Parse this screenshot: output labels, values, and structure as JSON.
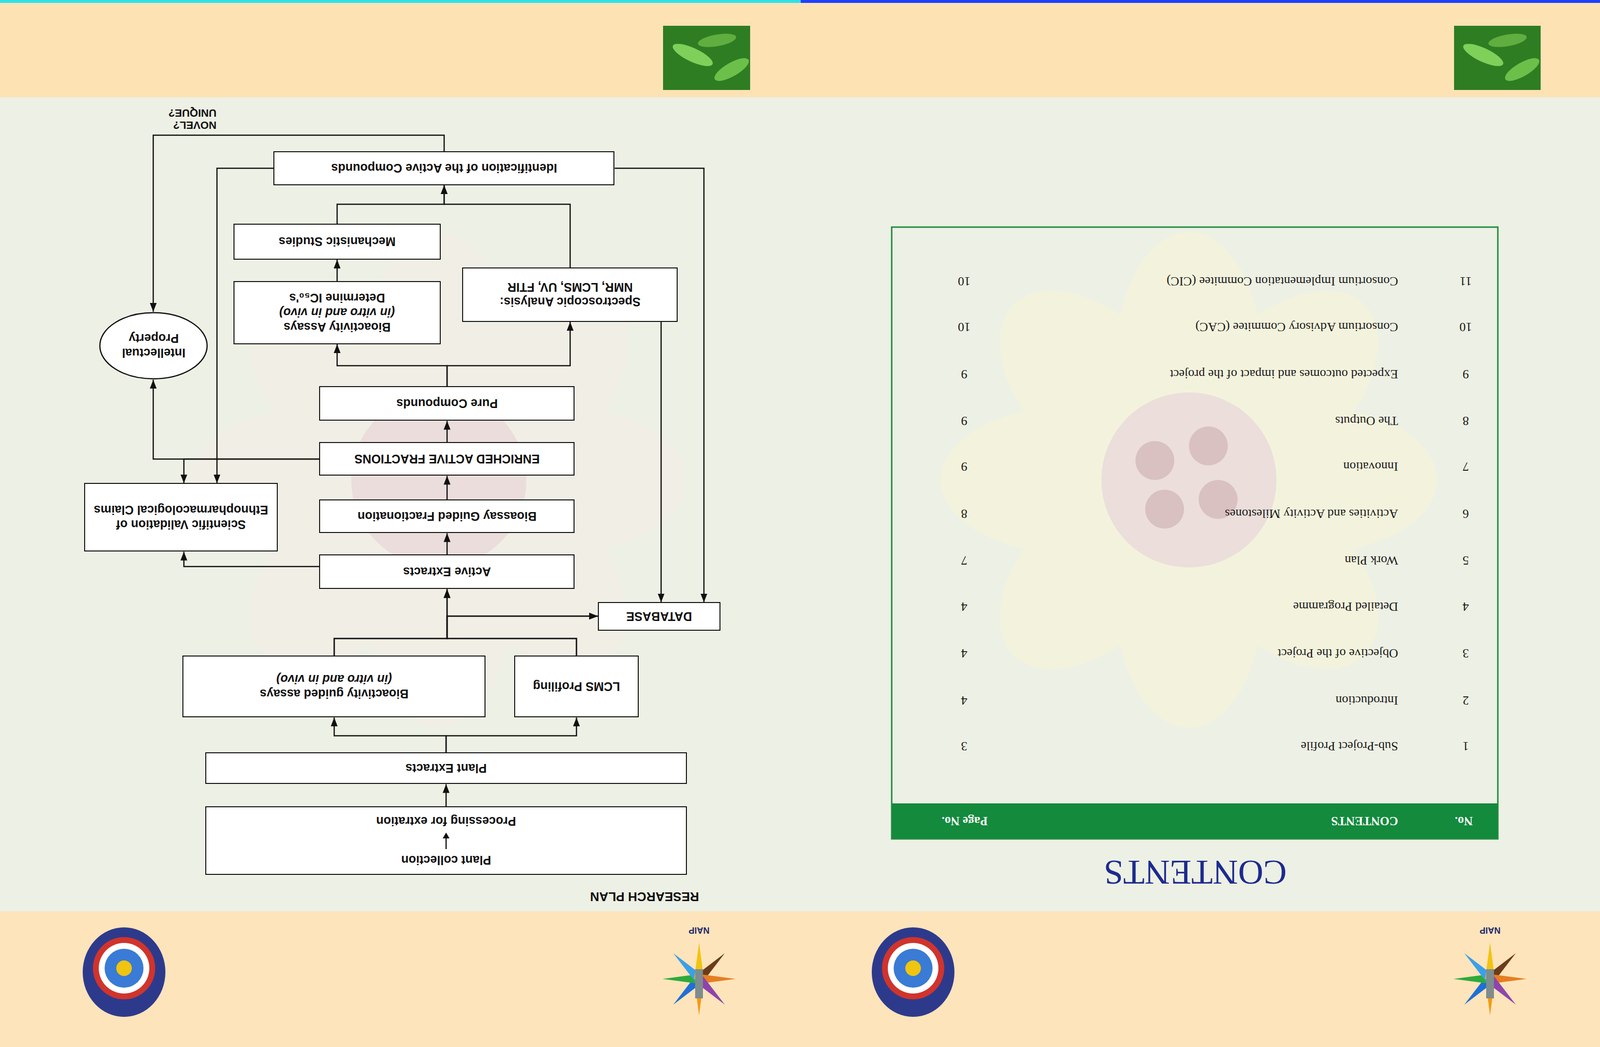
{
  "diagram": {
    "title": "RESEARCH PLAN",
    "nodes": [
      {
        "text": [
          "Plant collection",
          "Processing for extration"
        ]
      },
      {
        "text": [
          "Plant Extracts"
        ]
      },
      {
        "text": [
          "LCMS Profiling"
        ]
      },
      {
        "text": [
          "Bioactivity guided assays",
          "(in vitro and in vivo)"
        ]
      },
      {
        "text": [
          "DATABASE"
        ]
      },
      {
        "text": [
          "Active Extracts"
        ]
      },
      {
        "text": [
          "Scientific Validation of Ethnopharmacological Claims"
        ]
      },
      {
        "text": [
          "Bioassay Guided Fractionation"
        ]
      },
      {
        "text": [
          "ENRICHED ACTIVE FRACTIONS"
        ]
      },
      {
        "text": [
          "Pure Compounds"
        ]
      },
      {
        "text": [
          "Intellectual Property"
        ]
      },
      {
        "text": [
          "Spectroscopic Analysis:",
          "NMR, LCMS, UV, FTIR"
        ]
      },
      {
        "text": [
          "Bioactivity Assays",
          "(in vitro and in vivo)",
          "Determine IC₅₀'s"
        ]
      },
      {
        "text": [
          "Mechanistic Studies"
        ]
      },
      {
        "text": [
          "Identification of the Active Compounds"
        ]
      }
    ],
    "edges": [
      {
        "from": 0,
        "to": 1,
        "arrow": "to"
      },
      {
        "from": 1,
        "to": 2,
        "arrow": "to"
      },
      {
        "from": 1,
        "to": 3,
        "arrow": "to"
      },
      {
        "from": 2,
        "to": 5,
        "arrow": "to"
      },
      {
        "from": 3,
        "to": 5,
        "arrow": "to"
      },
      {
        "from": 2,
        "to": 4,
        "arrow": "to"
      },
      {
        "from": 3,
        "to": 4,
        "arrow": "to"
      },
      {
        "from": 5,
        "to": 7,
        "arrow": "to"
      },
      {
        "from": 7,
        "to": 8,
        "arrow": "to"
      },
      {
        "from": 8,
        "to": 9,
        "arrow": "to"
      },
      {
        "from": 5,
        "to": 6,
        "arrow": "to"
      },
      {
        "from": 8,
        "to": 6,
        "arrow": "to"
      },
      {
        "from": 8,
        "to": 10,
        "arrow": "to"
      },
      {
        "from": 9,
        "to": 11,
        "arrow": "to"
      },
      {
        "from": 9,
        "to": 12,
        "arrow": "to"
      },
      {
        "from": 12,
        "to": 13,
        "arrow": "to"
      },
      {
        "from": 13,
        "to": 14,
        "arrow": "to"
      },
      {
        "from": 11,
        "to": 14,
        "arrow": "to"
      },
      {
        "from": 11,
        "to": 4,
        "arrow": "to"
      },
      {
        "from": 14,
        "to": 4,
        "arrow": "to"
      },
      {
        "from": 14,
        "to": 6,
        "arrow": "to"
      },
      {
        "from": 14,
        "to": 10,
        "label": "NOVEL? UNIQUE?",
        "arrow": "to"
      }
    ],
    "labels": [
      "NAIP",
      "CONTENTS",
      "No.",
      "CONTENTS",
      "Page No.",
      "1",
      "Sub-Project Profile",
      "3",
      "2",
      "Introduction",
      "4",
      "3",
      "Objective of the Project",
      "4",
      "4",
      "Detailed Programme",
      "4",
      "5",
      "Work Plan",
      "7",
      "6",
      "Activities and Activity Milestones",
      "8",
      "7",
      "Innovation",
      "9",
      "8",
      "The Outputs",
      "9",
      "9",
      "Expected outcomes and impact of the project",
      "9",
      "10",
      "Consortium Advisory Commitee (CAC)",
      "10",
      "11",
      "Consortium Implementation Commitee (CIC)",
      "10",
      "NAIP"
    ]
  }
}
